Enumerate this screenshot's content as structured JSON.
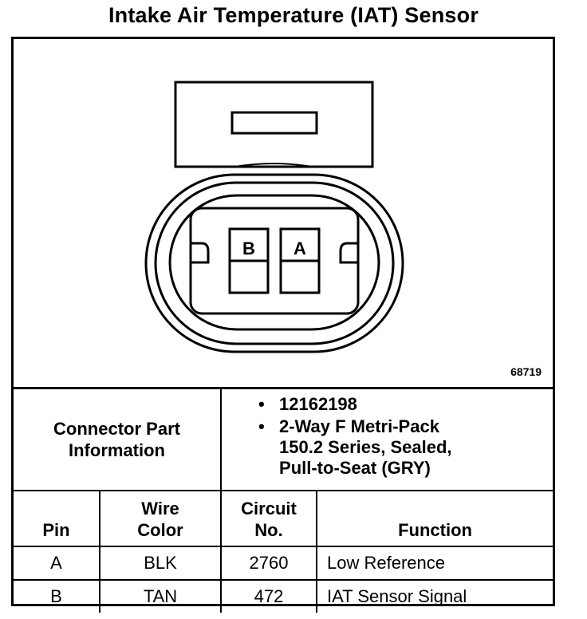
{
  "title": "Intake Air Temperature (IAT) Sensor",
  "figure_number": "68719",
  "connector_diagram": {
    "terminals": [
      {
        "label": "B"
      },
      {
        "label": "A"
      }
    ]
  },
  "connector_part_information": {
    "label_line1": "Connector Part",
    "label_line2": "Information",
    "items": [
      {
        "lines": [
          "12162198"
        ]
      },
      {
        "lines": [
          "2-Way F Metri-Pack",
          "150.2 Series, Sealed,",
          "Pull-to-Seat (GRY)"
        ]
      }
    ]
  },
  "pin_table": {
    "headers": {
      "pin": [
        "",
        "Pin"
      ],
      "wire_color": [
        "Wire",
        "Color"
      ],
      "circuit_no": [
        "Circuit",
        "No."
      ],
      "function": [
        "",
        "Function"
      ]
    },
    "rows": [
      {
        "pin": "A",
        "wire_color": "BLK",
        "circuit_no": "2760",
        "function": "Low Reference"
      },
      {
        "pin": "B",
        "wire_color": "TAN",
        "circuit_no": "472",
        "function": "IAT Sensor Signal"
      }
    ]
  }
}
